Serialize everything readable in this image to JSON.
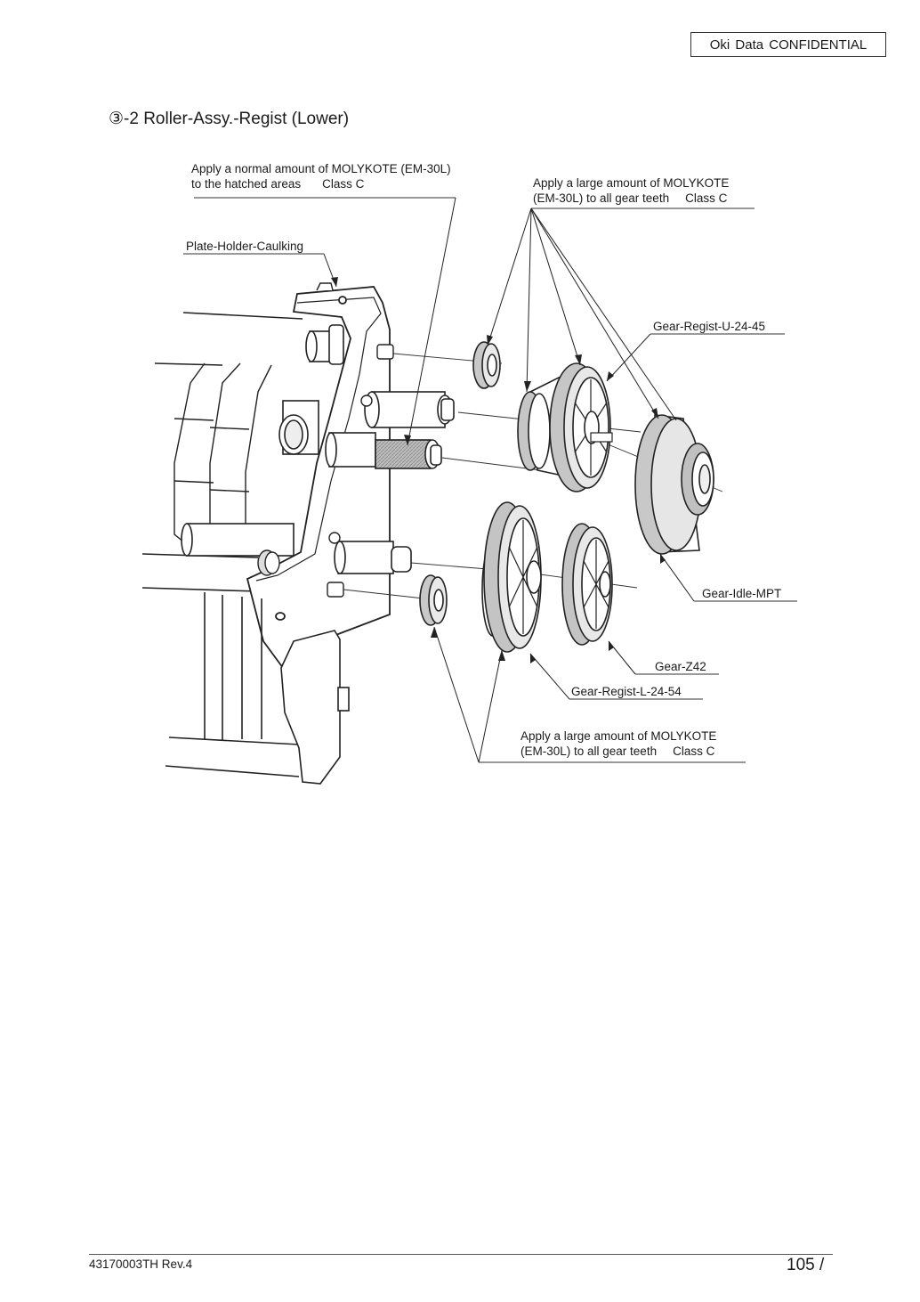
{
  "header": {
    "confidential": "Oki Data CONFIDENTIAL"
  },
  "section": {
    "title": "③-2 Roller-Assy.-Regist (Lower)"
  },
  "callouts": {
    "normal_line1": "Apply a normal amount of MOLYKOTE (EM-30L)",
    "normal_line2": "to the hatched areas",
    "normal_class": "Class C",
    "large_top_line1": "Apply a large amount of MOLYKOTE",
    "large_top_line2": "(EM-30L) to all gear teeth",
    "large_top_class": "Class C",
    "large_bottom_line1": "Apply a large amount of MOLYKOTE",
    "large_bottom_line2": "(EM-30L) to all gear teeth",
    "large_bottom_class": "Class C"
  },
  "parts": {
    "plate_holder": "Plate-Holder-Caulking",
    "gear_regist_u": "Gear-Regist-U-24-45",
    "gear_idle_mpt": "Gear-Idle-MPT",
    "gear_z42": "Gear-Z42",
    "gear_regist_l": "Gear-Regist-L-24-54"
  },
  "footer": {
    "doc_id": "43170003TH  Rev.4",
    "page": "105 /"
  }
}
